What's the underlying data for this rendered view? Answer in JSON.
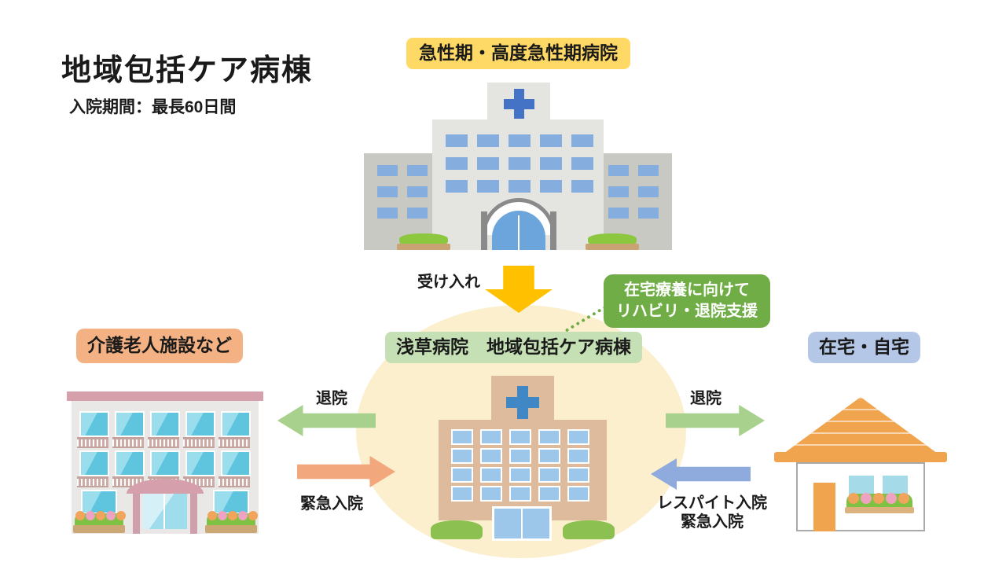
{
  "page": {
    "title": "地域包括ケア病棟",
    "subtitle": "入院期間：最長60日間"
  },
  "nodes": {
    "acute_hospital": {
      "label": "急性期・高度急性期病院",
      "color": "#FFD966"
    },
    "care_ward": {
      "label": "浅草病院　地域包括ケア病棟",
      "color": "#C5E0B4",
      "area_color": "#FBEFCE"
    },
    "nursing_facility": {
      "label": "介護老人施設など",
      "color": "#F4B183"
    },
    "home": {
      "label": "在宅・自宅",
      "color": "#B4C7E7"
    }
  },
  "callout": {
    "line1": "在宅療養に向けて",
    "line2": "リハビリ・退院支援",
    "color": "#70AD47"
  },
  "flows": {
    "accept": {
      "label": "受け入れ",
      "color": "#FFC000",
      "direction": "down"
    },
    "discharge_to_facility": {
      "label": "退院",
      "color": "#A9D18E",
      "direction": "left"
    },
    "emergency_from_facility": {
      "label": "緊急入院",
      "color": "#F2A87C",
      "direction": "right"
    },
    "discharge_to_home": {
      "label": "退院",
      "color": "#A9D18E",
      "direction": "right"
    },
    "respite_from_home": {
      "line1": "レスパイト入院",
      "line2": "緊急入院",
      "color": "#8FAADC",
      "direction": "left"
    }
  }
}
